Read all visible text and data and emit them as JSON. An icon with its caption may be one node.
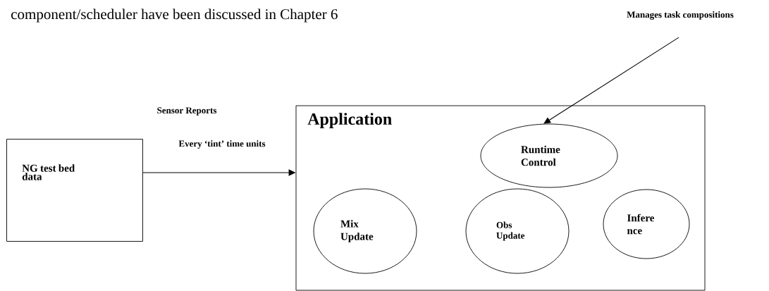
{
  "diagram": {
    "nodes": [
      {
        "text": [
          "NG test bed data"
        ]
      },
      {
        "text": [
          "Application"
        ]
      },
      {
        "text": [
          "Runtime Control"
        ],
        "in": 1
      },
      {
        "text": [
          "Mix Update"
        ],
        "in": 1
      },
      {
        "text": [
          "Obs Update"
        ],
        "in": 1
      },
      {
        "text": [
          "Infere nce"
        ],
        "in": 1
      },
      {
        "text": [
          "Manages task compositions"
        ]
      }
    ],
    "edges": [
      {
        "from": 0,
        "to": 1,
        "arrow": "to",
        "label": "Every ‘tint’ time units"
      },
      {
        "from": 6,
        "to": 2,
        "arrow": "to"
      }
    ],
    "labels": [
      "component/scheduler have been discussed in Chapter 6",
      "Sensor Reports"
    ]
  }
}
